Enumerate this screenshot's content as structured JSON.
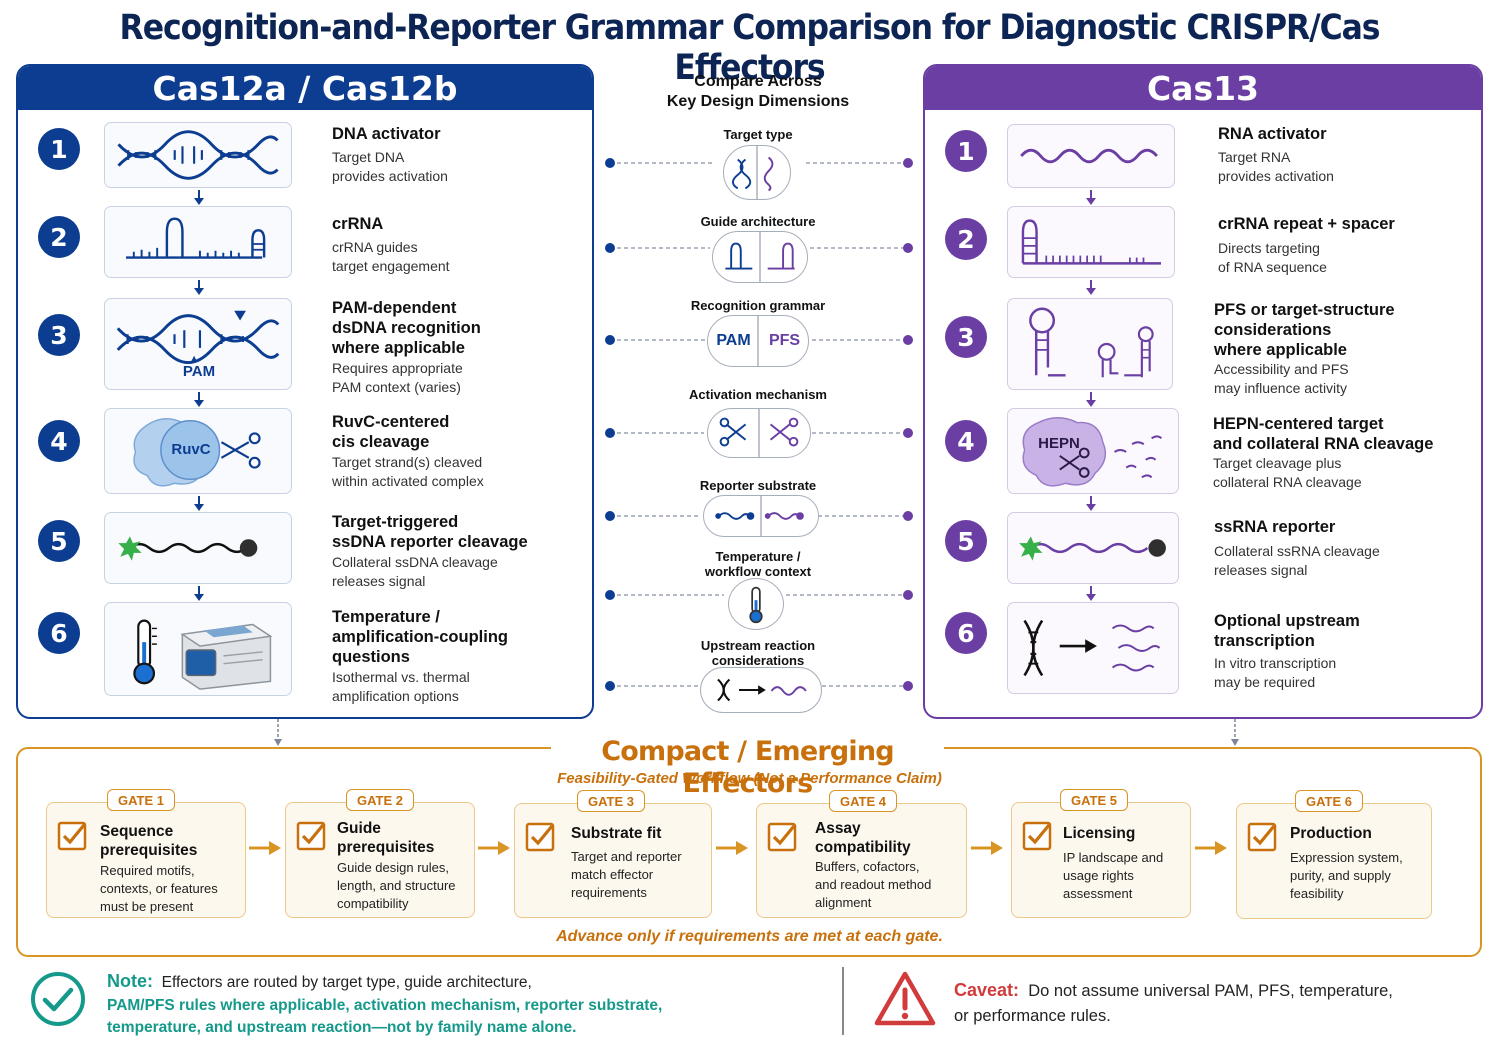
{
  "title": "Recognition-and-Reporter Grammar Comparison for Diagnostic CRISPR/Cas Effectors",
  "cas12": {
    "header": "Cas12a / Cas12b",
    "steps": [
      {
        "num": "1",
        "title_lines": [
          "DNA activator"
        ],
        "desc_lines": [
          "Target DNA",
          "provides activation"
        ]
      },
      {
        "num": "2",
        "title_lines": [
          "crRNA"
        ],
        "desc_lines": [
          "crRNA guides",
          "target engagement"
        ]
      },
      {
        "num": "3",
        "title_lines": [
          "PAM-dependent",
          "dsDNA recognition",
          "where applicable"
        ],
        "desc_lines": [
          "Requires appropriate",
          "PAM context (varies)"
        ]
      },
      {
        "num": "4",
        "title_lines": [
          "RuvC-centered",
          "cis cleavage"
        ],
        "desc_lines": [
          "Target strand(s) cleaved",
          "within activated complex"
        ]
      },
      {
        "num": "5",
        "title_lines": [
          "Target-triggered",
          "ssDNA reporter cleavage"
        ],
        "desc_lines": [
          "Collateral ssDNA cleavage",
          "releases signal"
        ]
      },
      {
        "num": "6",
        "title_lines": [
          "Temperature /",
          "amplification-coupling",
          "questions"
        ],
        "desc_lines": [
          "Isothermal vs. thermal",
          "amplification options"
        ]
      }
    ],
    "pam_label": "PAM",
    "ruvc_label": "RuvC"
  },
  "cas13": {
    "header": "Cas13",
    "steps": [
      {
        "num": "1",
        "title_lines": [
          "RNA activator"
        ],
        "desc_lines": [
          "Target RNA",
          "provides activation"
        ]
      },
      {
        "num": "2",
        "title_lines": [
          "crRNA repeat + spacer"
        ],
        "desc_lines": [
          "Directs targeting",
          "of RNA sequence"
        ]
      },
      {
        "num": "3",
        "title_lines": [
          "PFS or target-structure",
          "considerations",
          "where applicable"
        ],
        "desc_lines": [
          "Accessibility and PFS",
          "may influence activity"
        ]
      },
      {
        "num": "4",
        "title_lines": [
          "HEPN-centered target",
          "and collateral RNA cleavage"
        ],
        "desc_lines": [
          "Target cleavage plus",
          "collateral RNA cleavage"
        ]
      },
      {
        "num": "5",
        "title_lines": [
          "ssRNA reporter"
        ],
        "desc_lines": [
          "Collateral ssRNA cleavage",
          "releases signal"
        ]
      },
      {
        "num": "6",
        "title_lines": [
          "Optional upstream",
          "transcription"
        ],
        "desc_lines": [
          "In vitro transcription",
          "may be required"
        ]
      }
    ],
    "hepn_label": "HEPN"
  },
  "middle": {
    "heading_lines": [
      "Compare Across",
      "Key Design Dimensions"
    ],
    "dimensions": [
      {
        "label_lines": [
          "Target type"
        ],
        "left_text": "",
        "right_text": ""
      },
      {
        "label_lines": [
          "Guide architecture"
        ],
        "left_text": "",
        "right_text": ""
      },
      {
        "label_lines": [
          "Recognition grammar"
        ],
        "left_text": "PAM",
        "right_text": "PFS"
      },
      {
        "label_lines": [
          "Activation mechanism"
        ],
        "left_text": "",
        "right_text": ""
      },
      {
        "label_lines": [
          "Reporter substrate"
        ],
        "left_text": "",
        "right_text": ""
      },
      {
        "label_lines": [
          "Temperature /",
          "workflow context"
        ],
        "left_text": "",
        "right_text": ""
      },
      {
        "label_lines": [
          "Upstream reaction",
          "considerations"
        ],
        "left_text": "",
        "right_text": ""
      }
    ]
  },
  "workflow": {
    "title": "Compact / Emerging Effectors",
    "subtitle": "Feasibility-Gated Workflow (Not a Performance Claim)",
    "footer": "Advance only if requirements are met at each gate.",
    "gates": [
      {
        "label": "GATE 1",
        "title_lines": [
          "Sequence",
          "prerequisites"
        ],
        "desc_lines": [
          "Required motifs,",
          "contexts, or features",
          "must be present"
        ]
      },
      {
        "label": "GATE 2",
        "title_lines": [
          "Guide",
          "prerequisites"
        ],
        "desc_lines": [
          "Guide design rules,",
          "length, and structure",
          "compatibility"
        ]
      },
      {
        "label": "GATE 3",
        "title_lines": [
          "Substrate fit"
        ],
        "desc_lines": [
          "Target and reporter",
          "match effector",
          "requirements"
        ]
      },
      {
        "label": "GATE 4",
        "title_lines": [
          "Assay",
          "compatibility"
        ],
        "desc_lines": [
          "Buffers, cofactors,",
          "and readout method",
          "alignment"
        ]
      },
      {
        "label": "GATE 5",
        "title_lines": [
          "Licensing"
        ],
        "desc_lines": [
          "IP landscape and",
          "usage rights",
          "assessment"
        ]
      },
      {
        "label": "GATE 6",
        "title_lines": [
          "Production"
        ],
        "desc_lines": [
          "Expression system,",
          "purity, and supply",
          "feasibility"
        ]
      }
    ]
  },
  "note": {
    "label": "Note:",
    "text_plain": "Effectors are routed by target type, guide architecture,",
    "text_highlight_1": "PAM/PFS rules where applicable, activation mechanism, reporter substrate,",
    "text_highlight_2": "temperature, and upstream reaction—not by family name alone."
  },
  "caveat": {
    "label": "Caveat:",
    "text_1": "Do not assume universal PAM, PFS, temperature,",
    "text_2": "or performance rules."
  },
  "colors": {
    "cas12_blue": "#0c3d91",
    "cas13_purple": "#6a3ea3",
    "workflow_orange": "#d99524",
    "note_teal": "#15998a",
    "caveat_red": "#d23b3b",
    "reporter_green": "#38b04a"
  },
  "icons": [
    "dna-helix-icon",
    "crrna-hairpin-icon",
    "pam-dsdna-icon",
    "ruvc-scissors-icon",
    "ssdna-reporter-icon",
    "thermometer-icon",
    "thermocycler-icon",
    "rna-wave-icon",
    "hepn-scissors-icon",
    "ssrna-reporter-icon",
    "transcription-icon",
    "checkbox-icon",
    "check-circle-icon",
    "warning-triangle-icon"
  ]
}
